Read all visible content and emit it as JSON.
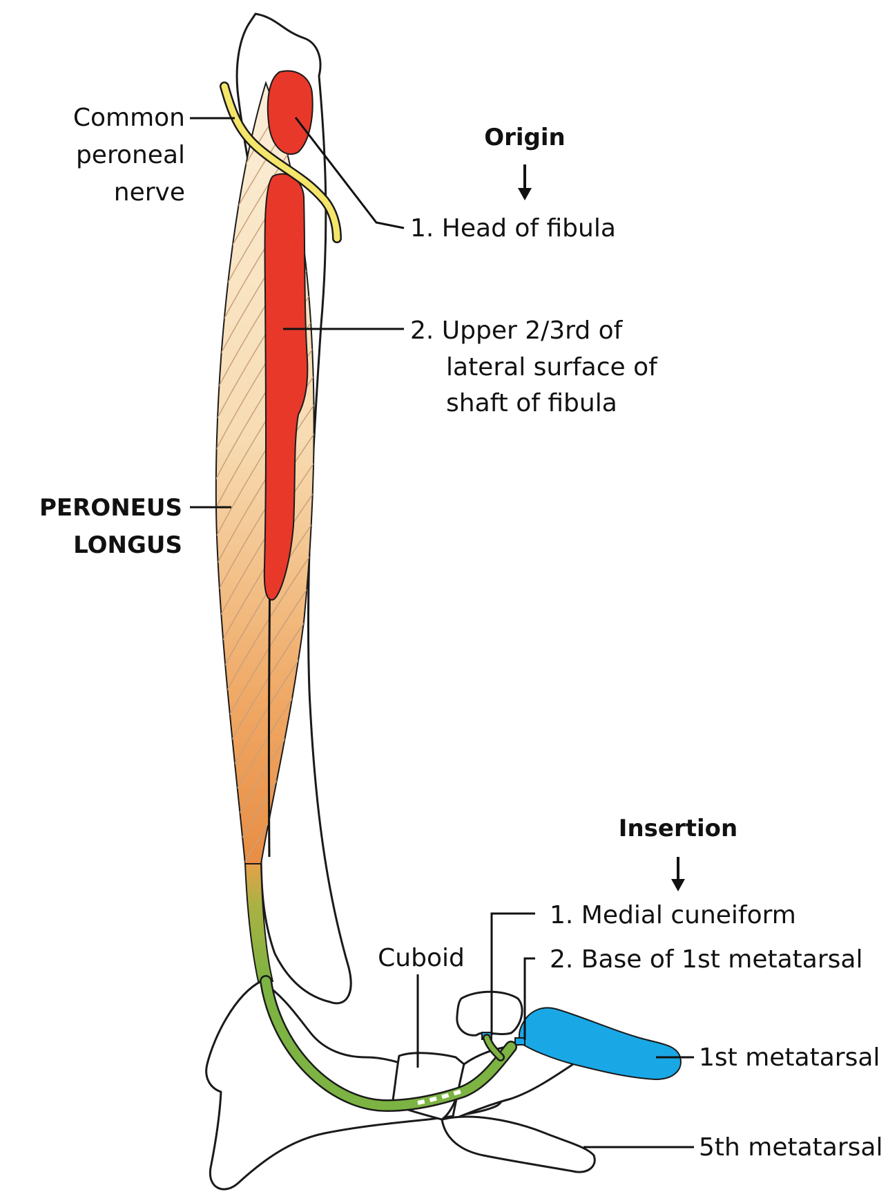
{
  "labels": {
    "common_peroneal_nerve": [
      "Common",
      "peroneal",
      "nerve"
    ],
    "peroneus_longus": [
      "PERONEUS",
      "LONGUS"
    ],
    "origin_heading": "Origin",
    "origin_1": "1. Head of fibula",
    "origin_2": [
      "2. Upper 2/3rd of",
      "lateral surface of",
      "shaft of fibula"
    ],
    "insertion_heading": "Insertion",
    "insertion_1": "1. Medial cuneiform",
    "insertion_2": "2. Base of 1st metatarsal",
    "cuboid": "Cuboid",
    "first_metatarsal": "1st metatarsal",
    "fifth_metatarsal": "5th metatarsal"
  },
  "arrows": {
    "origin": "down-arrow",
    "insertion": "down-arrow"
  },
  "colors": {
    "muscle_top": "#fbe9cf",
    "muscle_bottom": "#ec9a4e",
    "tendon": "#7cb342",
    "attachment_red": "#e8382a",
    "nerve_yellow": "#f5e66b",
    "first_metatarsal_blue": "#1aa7e6",
    "outline": "#1a1a1a"
  }
}
